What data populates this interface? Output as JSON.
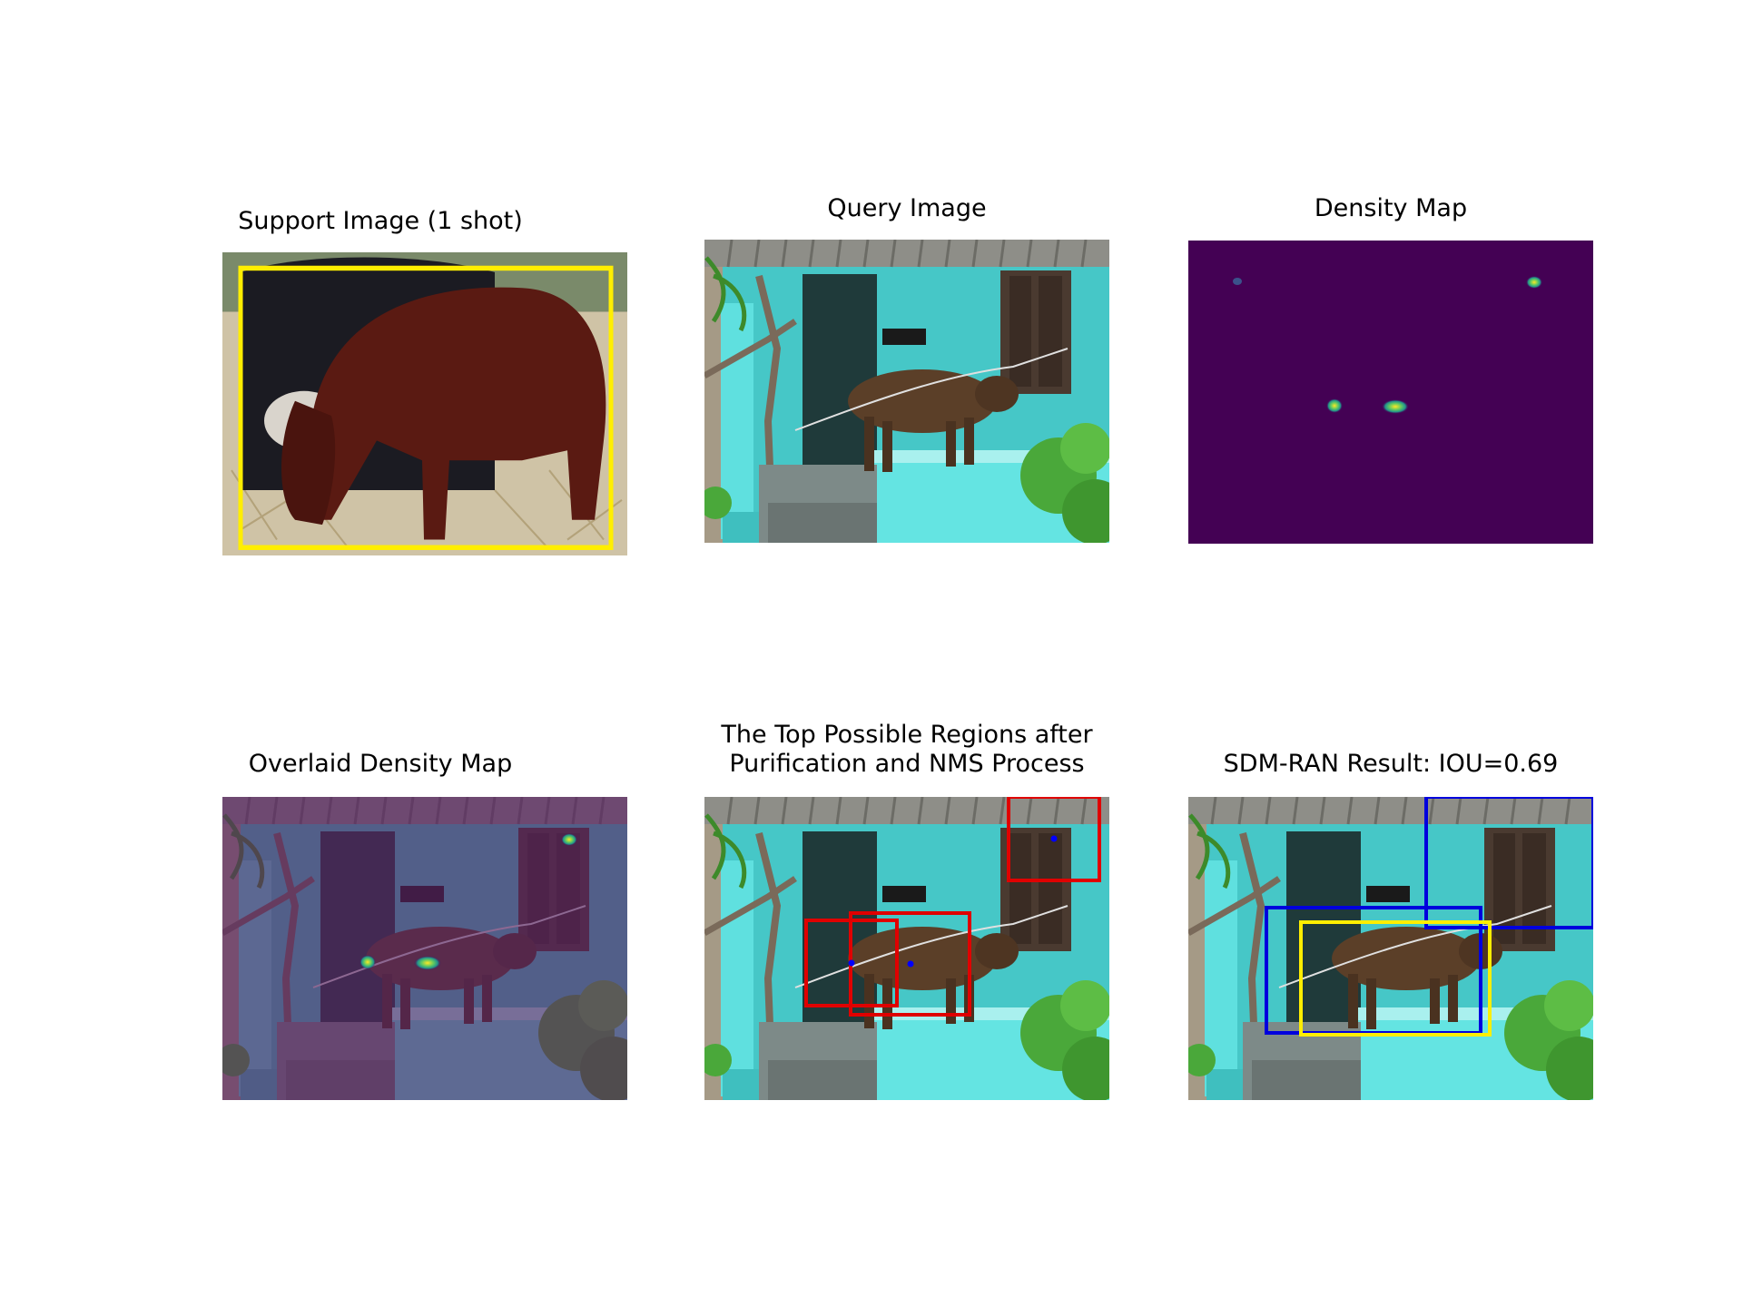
{
  "panels": {
    "support": {
      "title": "Support Image (1 shot)"
    },
    "query": {
      "title": "Query Image"
    },
    "density": {
      "title": "Density Map"
    },
    "overlaid": {
      "title": "Overlaid Density Map"
    },
    "regions": {
      "title_line1": "The Top Possible Regions after",
      "title_line2": "Purification and NMS Process"
    },
    "result": {
      "title": "SDM-RAN Result: IOU=0.69"
    }
  },
  "colors": {
    "support_box": "#ffee00",
    "candidate_box": "#e00000",
    "candidate_point": "#0000ff",
    "prediction_box": "#0000dd",
    "ground_truth_box": "#ffee00",
    "density_background": "#440154"
  }
}
